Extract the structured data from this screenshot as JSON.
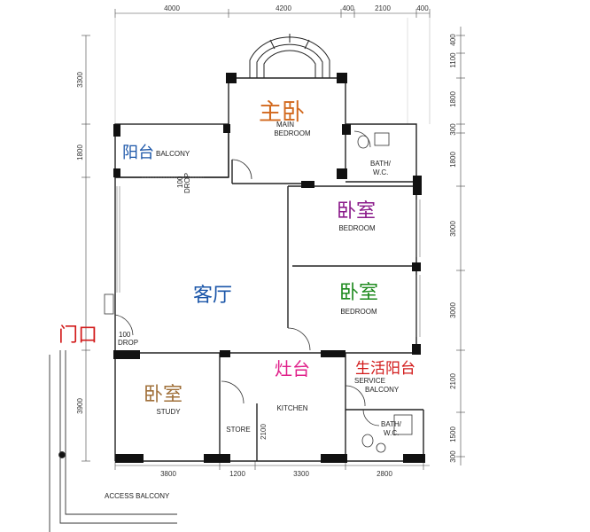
{
  "dimensions": {
    "top": [
      "4000",
      "4200",
      "400",
      "2100",
      "400"
    ],
    "right": [
      "400",
      "1100",
      "1800",
      "300",
      "1800",
      "3000",
      "3000",
      "2100",
      "1500",
      "300"
    ],
    "left": [
      "3300",
      "1800",
      "3900"
    ],
    "bottom": [
      "3800",
      "1200",
      "3300",
      "2800"
    ]
  },
  "rooms": {
    "main_bedroom": {
      "zh": "主卧",
      "en_line1": "MAIN",
      "en_line2": "BEDROOM"
    },
    "balcony": {
      "zh": "阳台",
      "en": "BALCONY"
    },
    "bath1": {
      "line1": "BATH/",
      "line2": "W.C."
    },
    "bedroom1": {
      "zh": "卧室",
      "en": "BEDROOM"
    },
    "bedroom2": {
      "zh": "卧室",
      "en": "BEDROOM"
    },
    "living": {
      "zh": "客厅"
    },
    "entrance": {
      "zh": "门口"
    },
    "study": {
      "zh": "卧室",
      "en": "STUDY"
    },
    "kitchen": {
      "zh": "灶台",
      "en": "KITCHEN"
    },
    "store": {
      "en": "STORE"
    },
    "service_balcony": {
      "zh": "生活阳台",
      "line1": "SERVICE",
      "line2": "BALCONY"
    },
    "bath2": {
      "line1": "BATH/",
      "line2": "W.C."
    },
    "access": {
      "en": "ACCESS BALCONY"
    }
  },
  "notes": {
    "drop_top": "100",
    "drop_top_word": "DROP",
    "drop_entry": "100",
    "drop_entry_word": "DROP",
    "store_dim": "2100"
  },
  "colors": {
    "main_bedroom": "#d2691e",
    "balcony": "#1a55a8",
    "bedroom1": "#8a1a8a",
    "bedroom2": "#1e8a1e",
    "living": "#1a55a8",
    "entrance": "#d21a1a",
    "study": "#a0703a",
    "kitchen": "#e0208a",
    "service_balcony": "#d21a1a"
  }
}
